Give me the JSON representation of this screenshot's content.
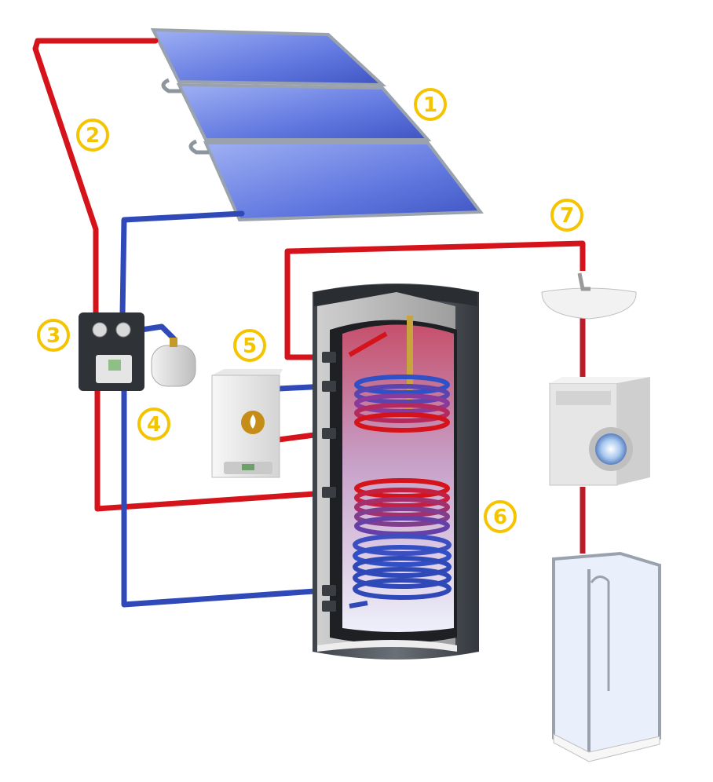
{
  "diagram": {
    "colors": {
      "hot_pipe": "#d5131b",
      "cold_pipe": "#2f49b8",
      "badge": "#f5c400",
      "panel": "#5a72dd",
      "tank_shell": "#555b62"
    },
    "markers": [
      {
        "label": "1",
        "refers_to": "solar-collector-panels"
      },
      {
        "label": "2",
        "refers_to": "hot-supply-pipe"
      },
      {
        "label": "3",
        "refers_to": "pump-controller-station"
      },
      {
        "label": "4",
        "refers_to": "expansion-vessel"
      },
      {
        "label": "5",
        "refers_to": "gas-boiler"
      },
      {
        "label": "6",
        "refers_to": "storage-tank"
      },
      {
        "label": "7",
        "refers_to": "hot-water-consumers"
      }
    ]
  }
}
